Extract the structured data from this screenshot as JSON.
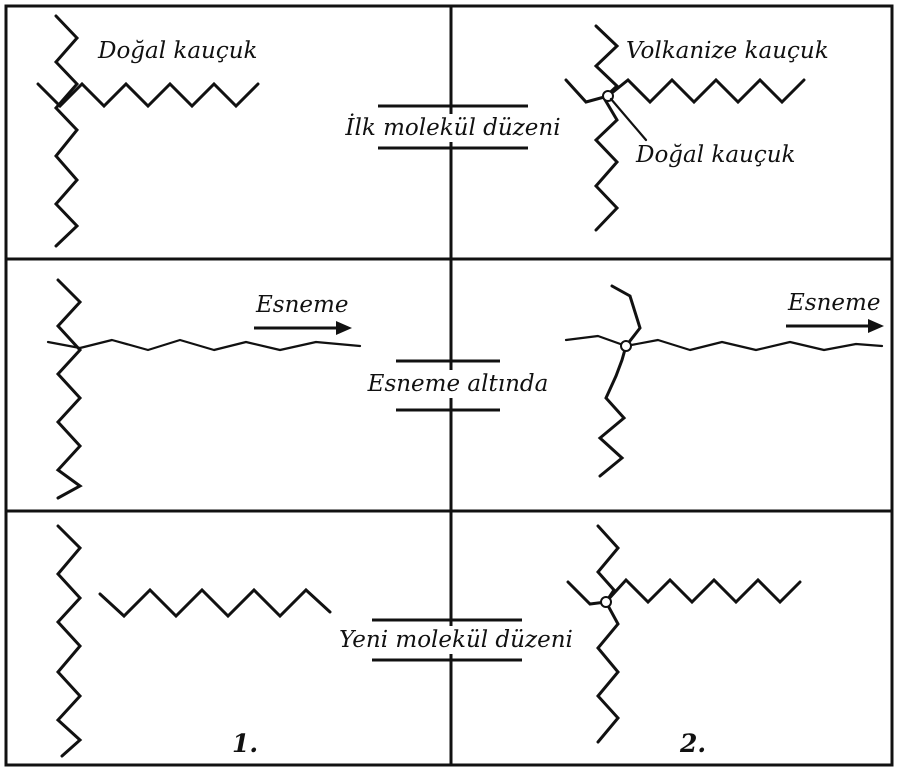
{
  "panels": {
    "top": {
      "left_label": "Doğal kauçuk",
      "center_label": "İlk molekül düzeni",
      "right_label": "Volkanize kauçuk",
      "right_sublabel": "Doğal kauçuk"
    },
    "middle": {
      "left_label": "Esneme",
      "center_label": "Esneme altında",
      "right_label": "Esneme"
    },
    "bottom": {
      "center_label": "Yeni molekül düzeni",
      "left_number": "1.",
      "right_number": "2."
    }
  },
  "colors": {
    "line": "#111111",
    "background": "#ffffff"
  }
}
